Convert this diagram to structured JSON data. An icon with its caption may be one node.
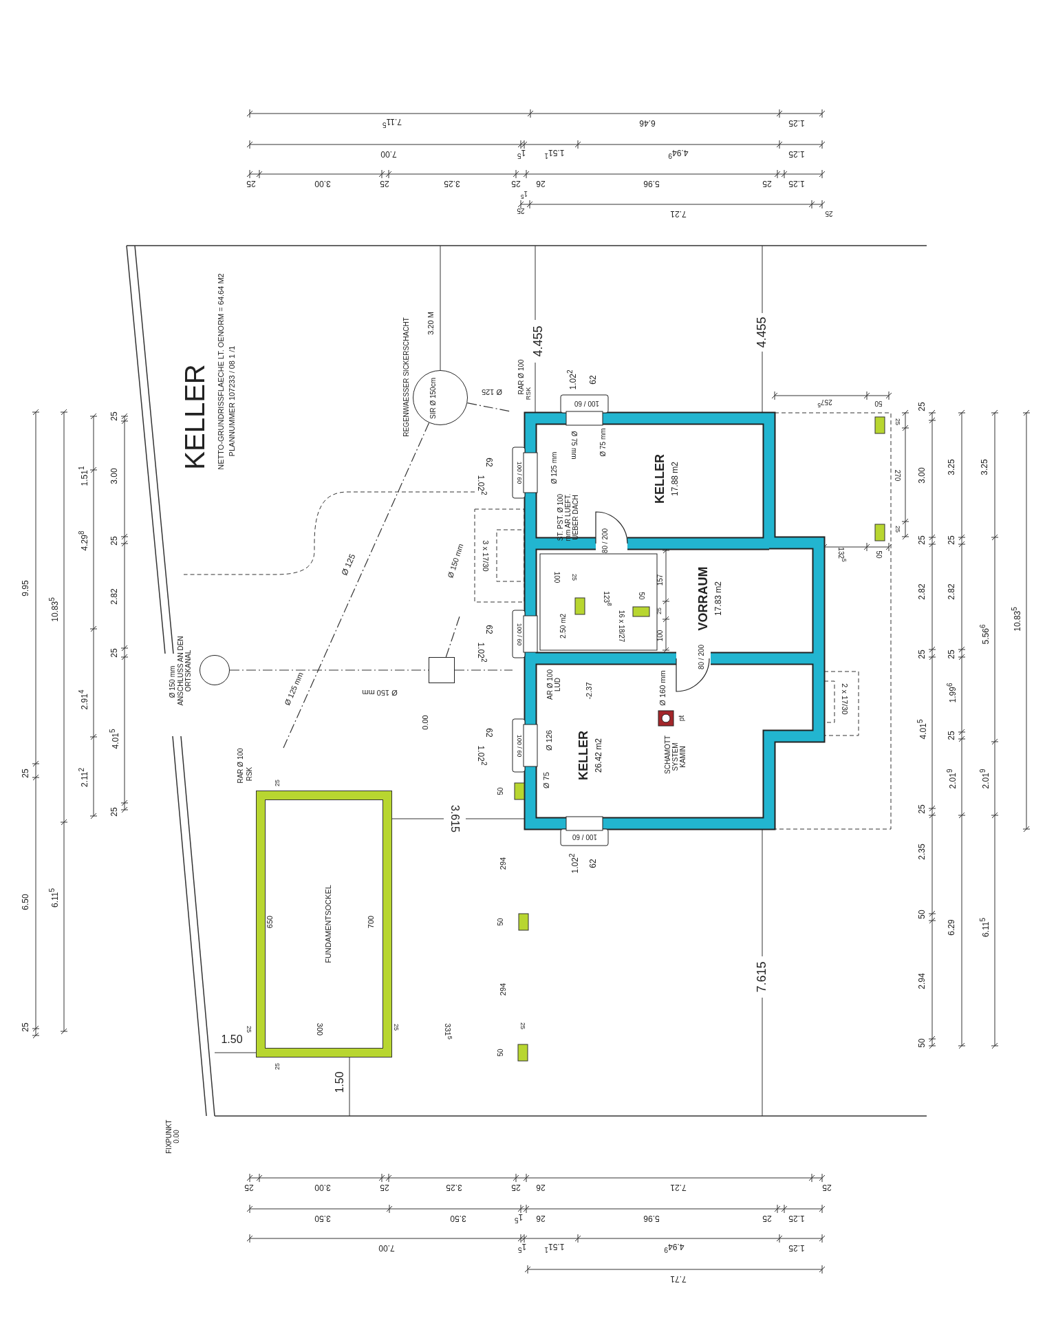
{
  "diagram": {
    "title": "KELLER",
    "nodes": [
      {
        "text": [
          "KELLER",
          "17.88 m2"
        ]
      },
      {
        "text": [
          "VORRAUM",
          "17.83 m2"
        ]
      },
      {
        "text": [
          "KELLER",
          "26.42 m2"
        ]
      },
      {
        "text": [
          "FUNDAMENTSOCKEL"
        ]
      },
      {
        "text": [
          "SIR Ø 150cm"
        ],
        "beside": [
          "REGENWAESSER SICKERSCHACHT"
        ]
      },
      {
        "text": [],
        "shape": "circle"
      },
      {
        "text": [],
        "shape": "box"
      }
    ],
    "edges": [
      {
        "from": 4,
        "to": null,
        "arrow": "none"
      },
      {
        "from": 4,
        "to": null,
        "arrow": "none"
      },
      {
        "from": 5,
        "to": 6,
        "arrow": "none"
      },
      {
        "from": 6,
        "to": null,
        "arrow": "none"
      },
      {
        "from": 6,
        "to": null,
        "arrow": "none"
      }
    ],
    "labels": [
      "NETTO-GRUNDRISSFLAECHE LT. OENORM = 64.64 M2",
      "PLANNUMMER 107233 / 08 1 /1",
      "3.20 M",
      "Ø 125",
      "RAR Ø 100",
      "RSK",
      "4.455",
      "4.455",
      "1.02$^{2}$",
      "62",
      "100 / 60",
      "62",
      "1.02$^{2}$",
      "100 / 60",
      "Ø 125",
      "Ø 150 mm",
      "3 x 17/30",
      "62",
      "1.02$^{2}$",
      "100 / 60",
      "Ø 150 mm",
      "0.00",
      "ANSCHLUSS AN DEN ORTSKANAL",
      "Ø 150 mm",
      "62",
      "1.02$^{2}$",
      "100 / 60",
      "Ø 125 mm",
      "RAR Ø 100",
      "RSK",
      "3.615",
      "100 / 60",
      "1.02$^{2}$",
      "62",
      "25",
      "650",
      "700",
      "50",
      "294",
      "50",
      "294",
      "25",
      "300",
      "25",
      "331$^{5}$",
      "25",
      "50",
      "1.50",
      "25",
      "1.50",
      "FIXPUNKT 0.00",
      "7.615",
      "Ø 75 mm",
      "Ø 75 mm",
      "Ø 125 mm",
      "ST. PST. Ø 100 mm AR LUEFT. UEBER DACH",
      "80 / 200",
      "80 / 200",
      "100",
      "25",
      "123$^{8}$",
      "50",
      "157",
      "25",
      "100",
      "16 x 18/27",
      "AR Ø 100 LUD",
      "2.50 m2",
      "-2.37",
      "Ø 160 mm",
      "pt",
      "Ø 126",
      "Ø 75",
      "SCHAMOTT SYSTEM KAMIN",
      "257$^{5}$",
      "50",
      "25",
      "270",
      "25",
      "132$^{5}$",
      "50",
      "2 x 17/30",
      "25",
      "3.00",
      "25",
      "2.82",
      "25",
      "4.01$^{5}$",
      "25",
      "2.35",
      "50",
      "2.94",
      "50",
      "3.25",
      "25",
      "2.82",
      "25",
      "1.99$^{6}$",
      "25",
      "2.01$^{9}$",
      "6.29",
      "3.25",
      "5.56$^{6}$",
      "2.01$^{9}$",
      "6.11$^{5}$",
      "10.83$^{5}$",
      "25",
      "6.50",
      "25",
      "9.95",
      "6.11$^{5}$",
      "10.83$^{5}$",
      "2.11$^{2}$",
      "2.91$^{4}$",
      "4.29$^{8}$",
      "1.51$^{1}$",
      "25",
      "4.01$^{5}$",
      "25",
      "2.82",
      "25",
      "3.00",
      "25",
      "7.11$^{5}$",
      "6.46",
      "1.25",
      "7.00",
      "1$^{5}$",
      "1.51$^{1}$",
      "4.94$^{9}$",
      "1.25",
      "25",
      "3.00",
      "25",
      "3.25",
      "25",
      "26",
      "5.96",
      "25",
      "1.25",
      "1$^{5}$",
      "25",
      "7.21",
      "25",
      "25",
      "3.00",
      "25",
      "3.25",
      "25",
      "26",
      "7.21",
      "25",
      "3.50",
      "3.50",
      "1$^{5}$",
      "26",
      "5.96",
      "25",
      "1.25",
      "7.00",
      "1$^{5}$",
      "1.51$^{1}$",
      "4.94$^{9}$",
      "1.25",
      "7.71"
    ]
  }
}
